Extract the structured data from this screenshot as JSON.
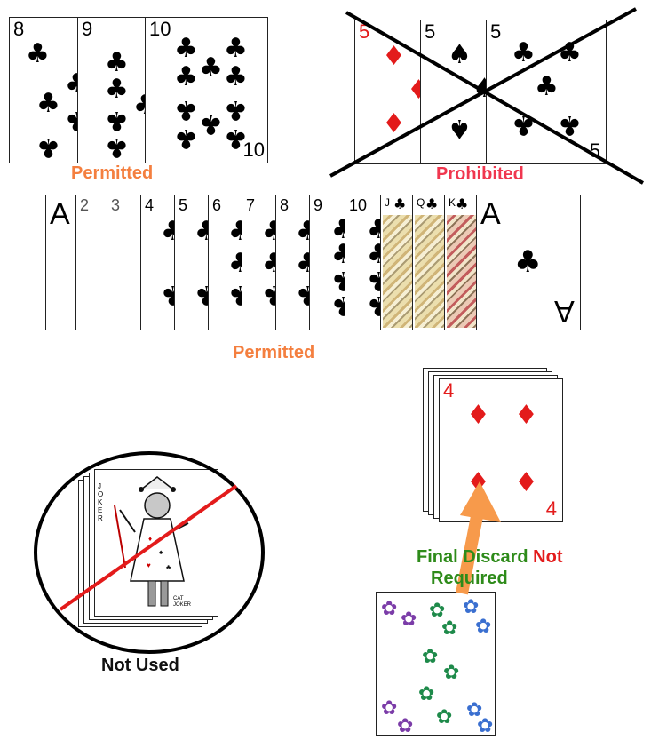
{
  "captions": {
    "top_left": "Permitted",
    "top_right": "Prohibited",
    "middle": "Permitted",
    "joker": "Not Used",
    "discard_line1_green": "Final Discard",
    "discard_line1_red": "Not",
    "discard_line2_green": "Required"
  },
  "sequence_left": [
    {
      "rank": "8",
      "suit": "♣"
    },
    {
      "rank": "9",
      "suit": "♣"
    },
    {
      "rank": "10",
      "suit": "♣",
      "corner_bottom": "10"
    }
  ],
  "sequence_right": [
    {
      "rank": "5",
      "suit": "♦",
      "color": "#e31b1b"
    },
    {
      "rank": "5",
      "suit": "♠"
    },
    {
      "rank": "5",
      "suit": "♣",
      "corner_bottom": "5"
    }
  ],
  "run": [
    "A",
    "2",
    "3",
    "4",
    "5",
    "6",
    "7",
    "8",
    "9",
    "10",
    "J",
    "Q",
    "K",
    "A"
  ],
  "run_suit": "♣",
  "run_last_corner": "A",
  "discard_card": {
    "rank": "4",
    "suit": "♦",
    "corner_bottom": "4"
  },
  "joker_card": {
    "text_vertical": "JOKER",
    "caption": "CAT JOKER"
  },
  "colors": {
    "orange": "#f47f3f",
    "pink": "#f0374f",
    "green": "#2e8b1a",
    "red": "#e31b1b",
    "arrow": "#f79a4b"
  },
  "icons": [
    "club-suit-icon",
    "diamond-suit-icon",
    "spade-suit-icon",
    "cross-out-icon",
    "prohibition-circle-icon",
    "arrow-icon"
  ]
}
